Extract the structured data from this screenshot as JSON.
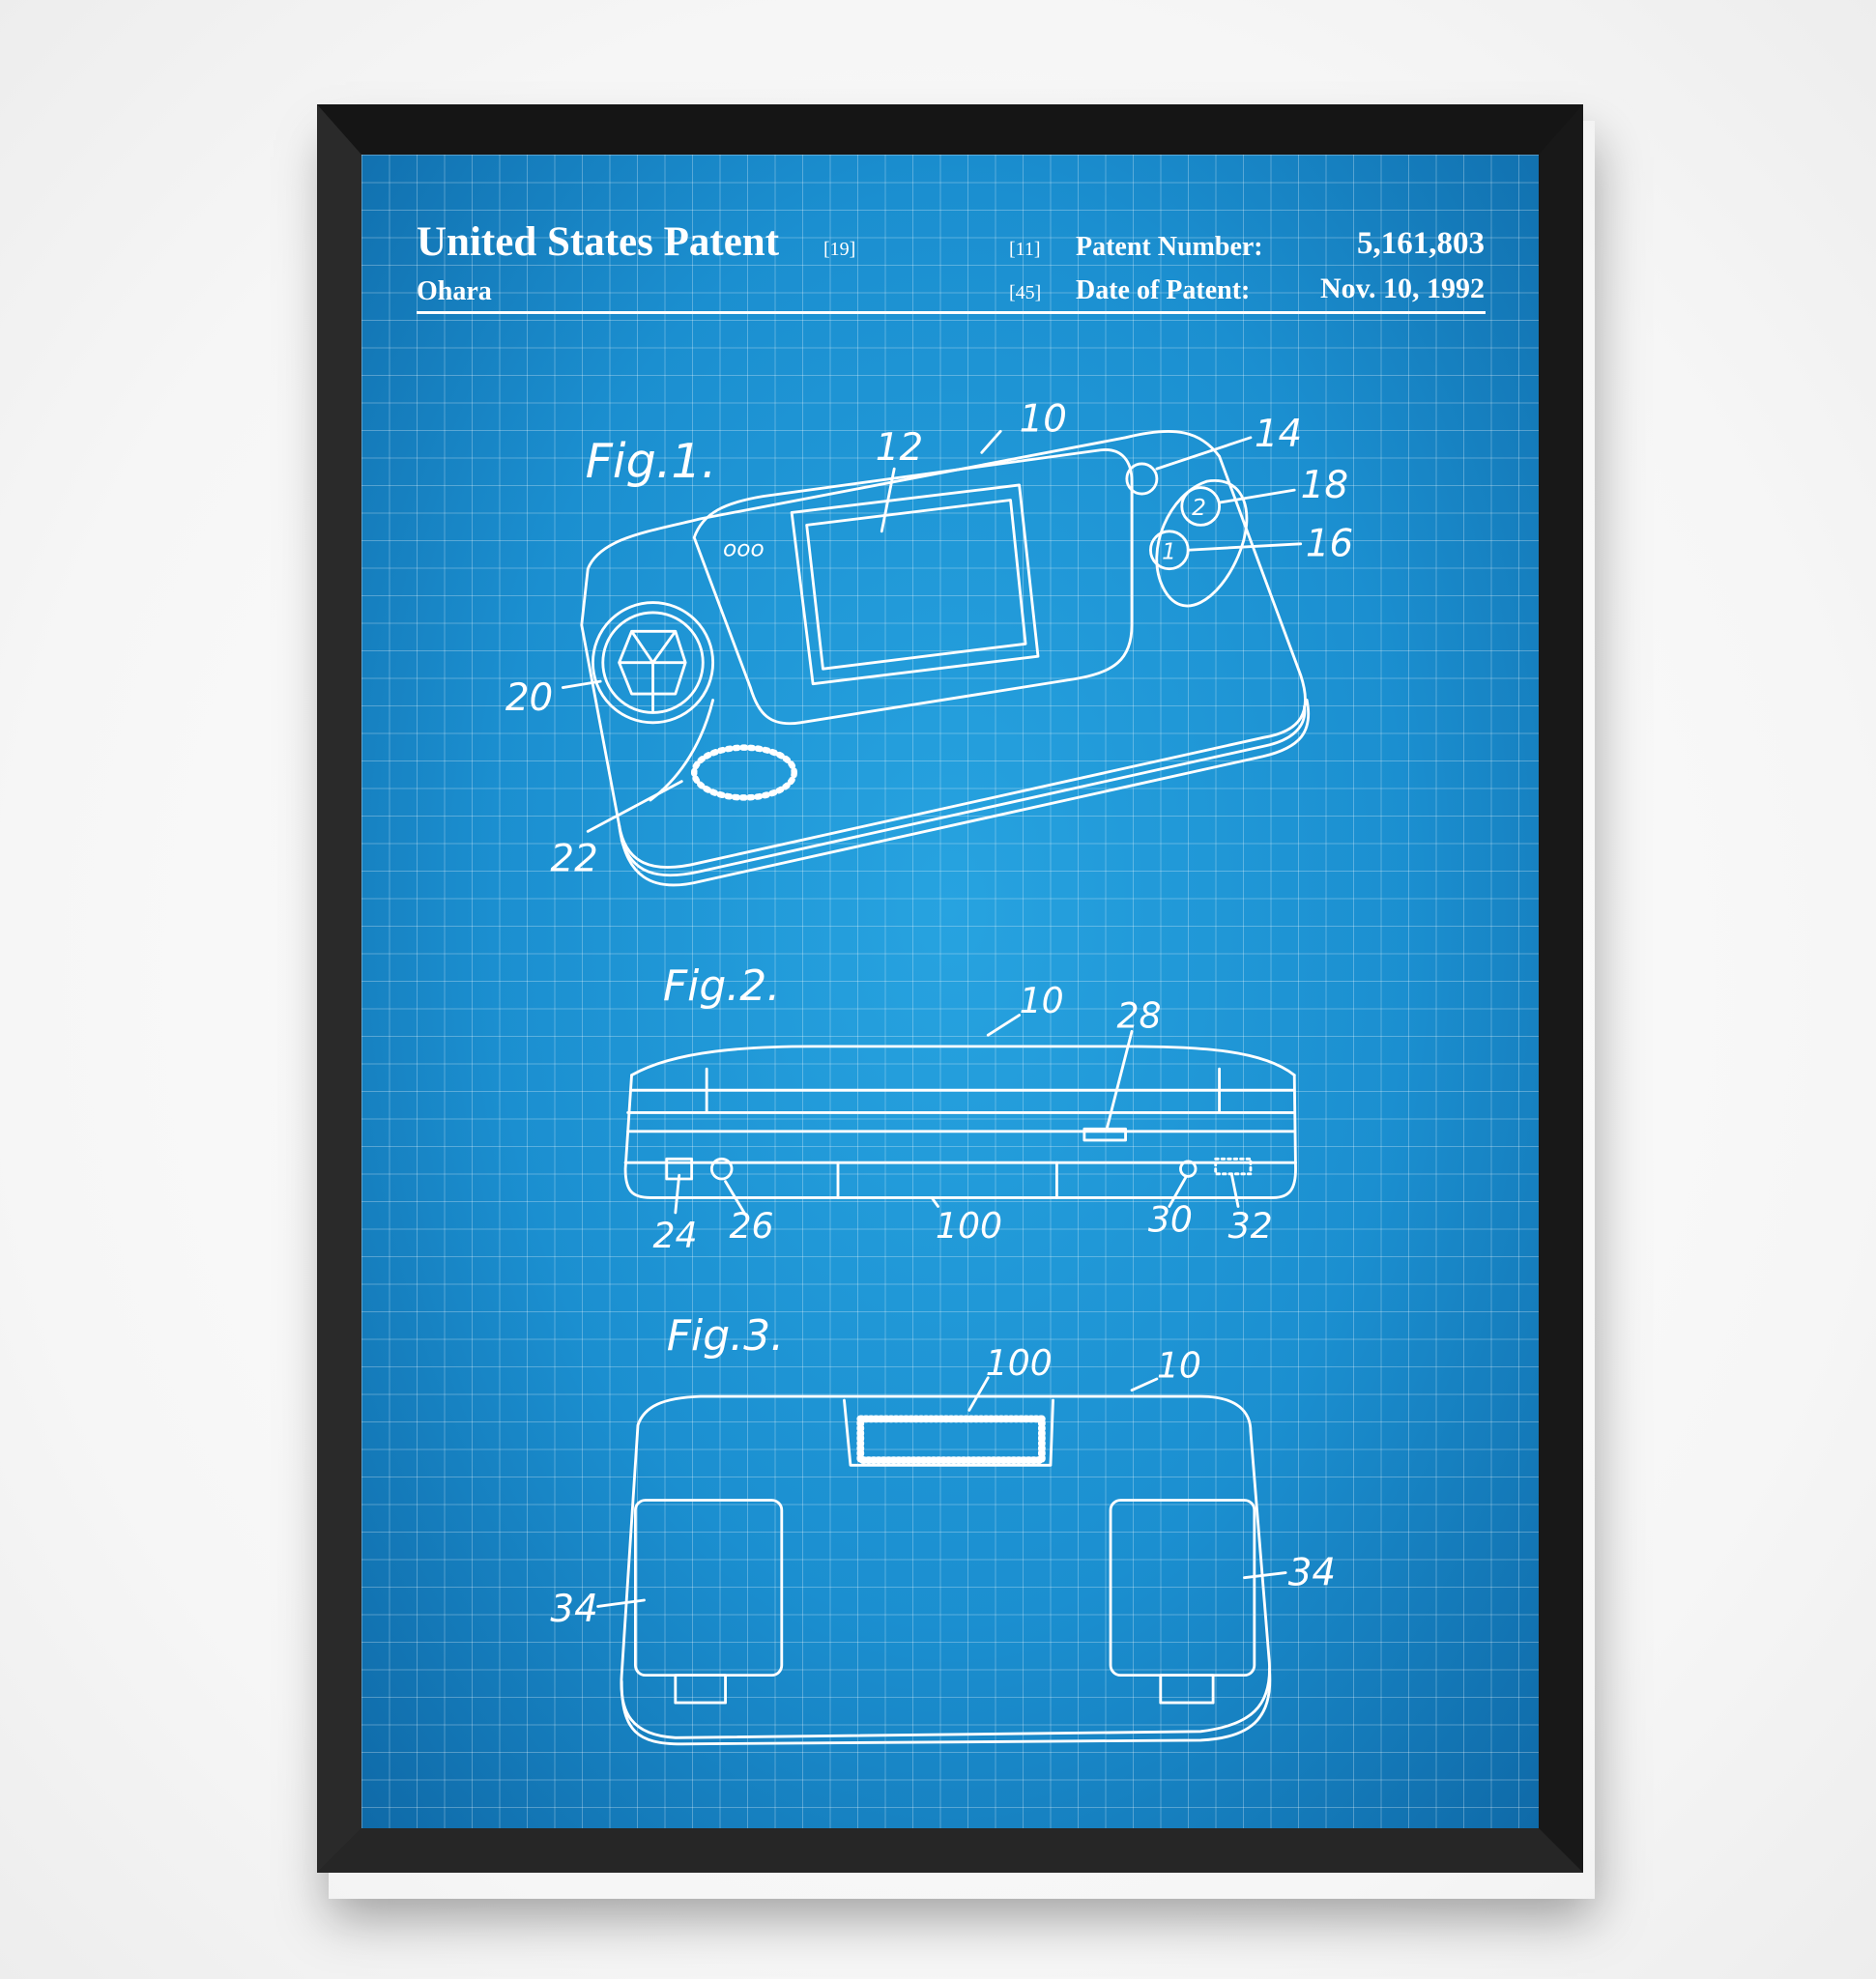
{
  "header": {
    "title": "United States Patent",
    "title_ref": "[19]",
    "inventor": "Ohara",
    "number_ref": "[11]",
    "number_label": "Patent Number:",
    "number_value": "5,161,803",
    "date_ref": "[45]",
    "date_label": "Date of Patent:",
    "date_value": "Nov. 10, 1992"
  },
  "figures": {
    "fig1": {
      "title": "Fig.1.",
      "labels": [
        "12",
        "10",
        "14",
        "18",
        "16",
        "20",
        "22"
      ],
      "button_1": "1",
      "button_2": "2",
      "leds": "ooo"
    },
    "fig2": {
      "title": "Fig.2.",
      "labels": [
        "10",
        "28",
        "24",
        "26",
        "100",
        "30",
        "32"
      ]
    },
    "fig3": {
      "title": "Fig.3.",
      "labels": [
        "100",
        "10",
        "34",
        "34"
      ]
    }
  },
  "colors": {
    "blueprint": "#1b8fd0",
    "frame": "#1f1f1f",
    "line": "#ffffff"
  }
}
